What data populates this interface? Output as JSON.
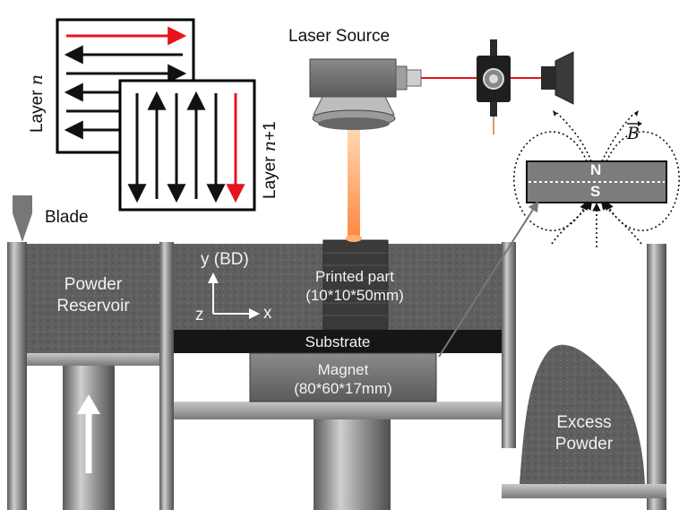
{
  "labels": {
    "laser_source": "Laser Source",
    "layer_n_prefix": "Layer ",
    "layer_n_var": "n",
    "layer_n1_prefix": "Layer ",
    "layer_n1_var": "n",
    "layer_n1_suffix": "+1",
    "blade": "Blade",
    "powder_reservoir_line1": "Powder",
    "powder_reservoir_line2": "Reservoir",
    "printed_part_line1": "Printed part",
    "printed_part_line2": "(10*10*50mm)",
    "substrate": "Substrate",
    "magnet_line1": "Magnet",
    "magnet_line2": "(80*60*17mm)",
    "excess_powder_line1": "Excess",
    "excess_powder_line2": "Powder",
    "axis_y": "y (BD)",
    "axis_z": "z",
    "axis_x": "x",
    "pole_n": "N",
    "pole_s": "S",
    "field_symbol": "B"
  },
  "colors": {
    "scan_highlight": "#e8141c",
    "laser_beam": "#ff8a3c",
    "powder": "#5c5c5c",
    "frame": "#8f8f8f",
    "substrate": "#161616",
    "magnet": "#6a6a6a"
  },
  "icons": [
    "laser-source-icon",
    "galvo-scanner-icon",
    "blade-icon",
    "build-direction-arrow-icon"
  ]
}
